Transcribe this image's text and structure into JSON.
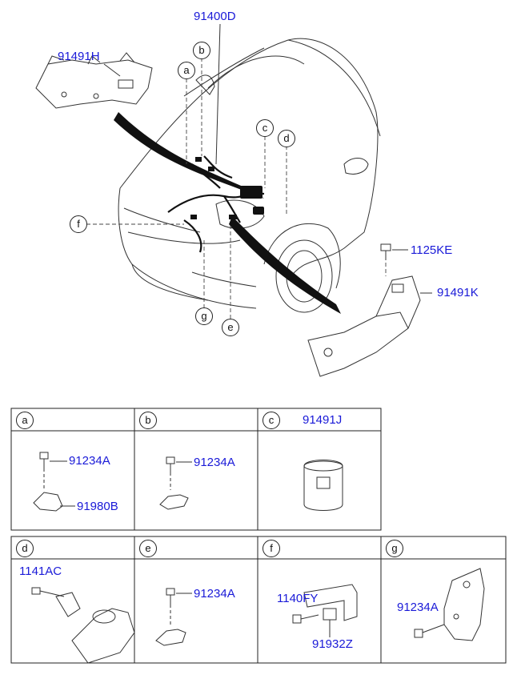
{
  "top_labels": {
    "harness": "91400D",
    "bracket_left": "91491H",
    "bolt_right": "1125KE",
    "bracket_right": "91491K"
  },
  "callouts": {
    "a": "a",
    "b": "b",
    "c": "c",
    "d": "d",
    "e": "e",
    "f": "f",
    "g": "g"
  },
  "table": {
    "a": {
      "key": "a",
      "parts": [
        "91234A",
        "91980B"
      ]
    },
    "b": {
      "key": "b",
      "parts": [
        "91234A"
      ]
    },
    "c": {
      "key": "c",
      "parts": [
        "91491J"
      ]
    },
    "d": {
      "key": "d",
      "parts": [
        "1141AC"
      ]
    },
    "e": {
      "key": "e",
      "parts": [
        "91234A"
      ]
    },
    "f": {
      "key": "f",
      "parts": [
        "1140FY",
        "91932Z"
      ]
    },
    "g": {
      "key": "g",
      "parts": [
        "91234A"
      ]
    }
  },
  "colors": {
    "part_number": "#1a1ad8",
    "line": "#222222"
  }
}
